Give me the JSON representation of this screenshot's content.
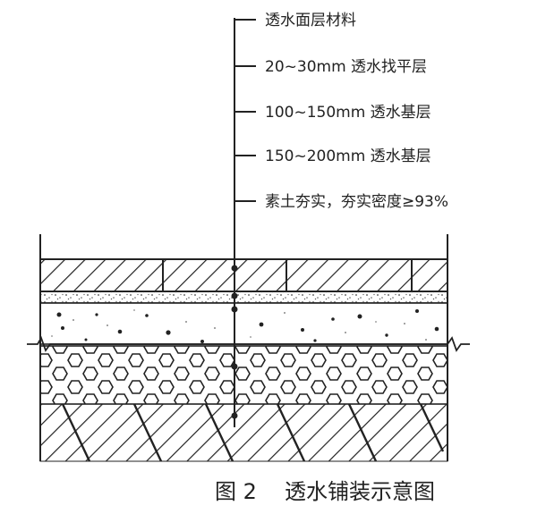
{
  "labels": [
    "透水面层材料",
    "20~30mm 透水找平层",
    "100~150mm 透水基层",
    "150~200mm 透水基层",
    "素土夯实，夯实密度≥93%"
  ],
  "caption": {
    "figure_no": "图 2",
    "title": "透水铺装示意图"
  }
}
